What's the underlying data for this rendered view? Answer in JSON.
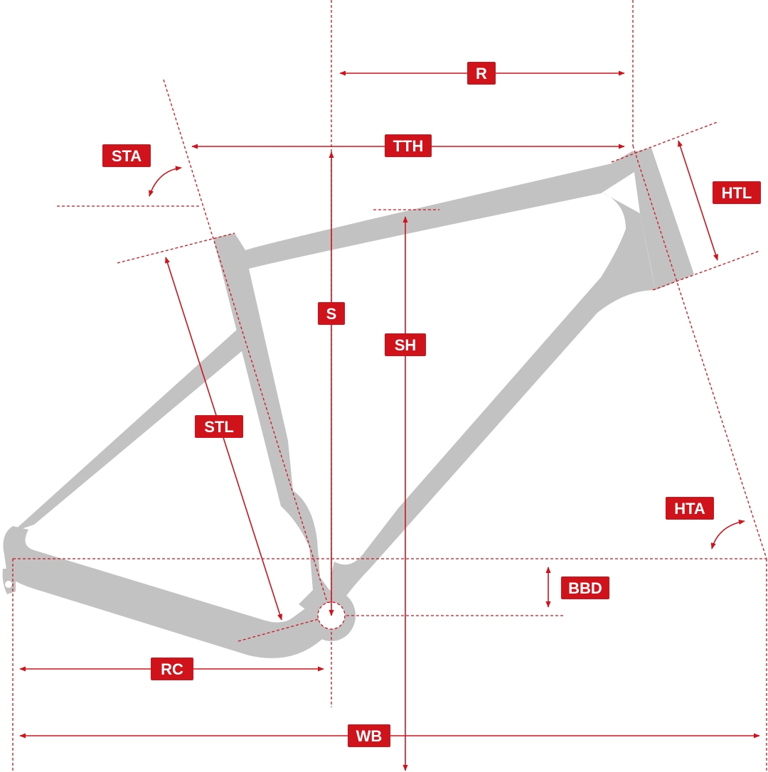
{
  "colors": {
    "accent": "#d0121b",
    "frame": "#c2c2c2",
    "background": "#ffffff"
  },
  "labels": {
    "r": "R",
    "tth": "TTH",
    "sta": "STA",
    "htl": "HTL",
    "s": "S",
    "sh": "SH",
    "stl": "STL",
    "hta": "HTA",
    "bbd": "BBD",
    "rc": "RC",
    "wb": "WB"
  }
}
